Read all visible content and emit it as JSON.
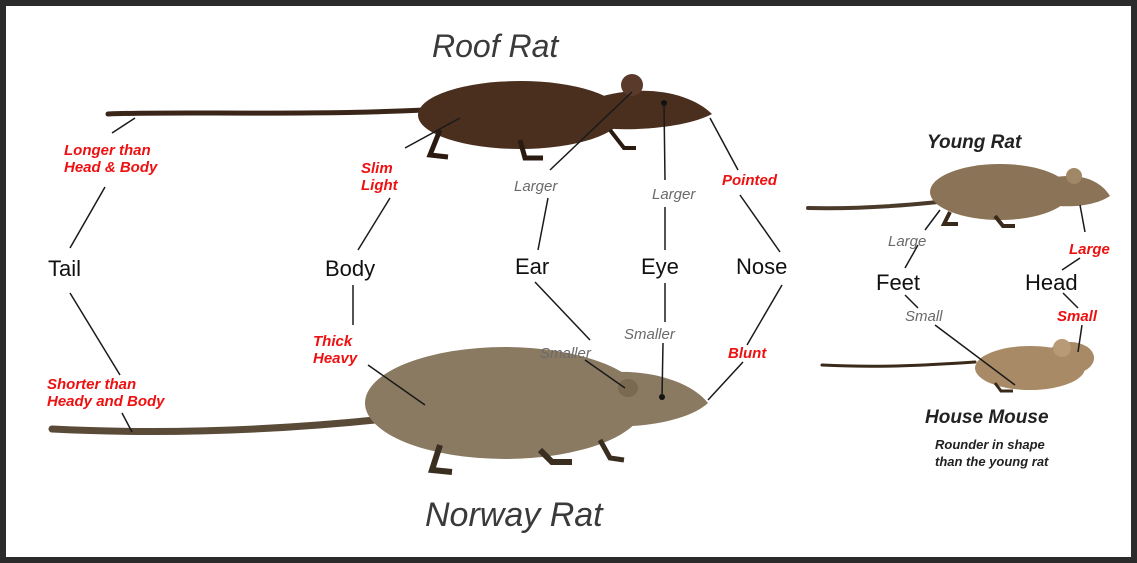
{
  "titles": {
    "roof_rat": "Roof Rat",
    "norway_rat": "Norway Rat"
  },
  "body_parts": {
    "tail": "Tail",
    "body": "Body",
    "ear": "Ear",
    "eye": "Eye",
    "nose": "Nose"
  },
  "roof_rat_traits": {
    "tail": "Longer than\nHead & Body",
    "body": "Slim\nLight",
    "ear": "Larger",
    "eye": "Larger",
    "nose": "Pointed"
  },
  "norway_rat_traits": {
    "tail": "Shorter than\nHeady and Body",
    "body": "Thick\nHeavy",
    "ear": "Smaller",
    "eye": "Smaller",
    "nose": "Blunt"
  },
  "young_rat": {
    "title": "Young Rat",
    "feet_label": "Feet",
    "head_label": "Head",
    "feet_trait": "Large",
    "head_trait": "Large"
  },
  "house_mouse": {
    "title": "House Mouse",
    "description": "Rounder in shape\nthan the young rat",
    "feet_trait": "Small",
    "head_trait": "Small"
  },
  "colors": {
    "roof_rat_fur": "#4a2f1f",
    "norway_rat_fur": "#8a7a62",
    "young_rat_fur": "#8a7356",
    "mouse_fur": "#a98a66",
    "red_text": "#ee1111",
    "gray_text": "#6a6a6a"
  }
}
